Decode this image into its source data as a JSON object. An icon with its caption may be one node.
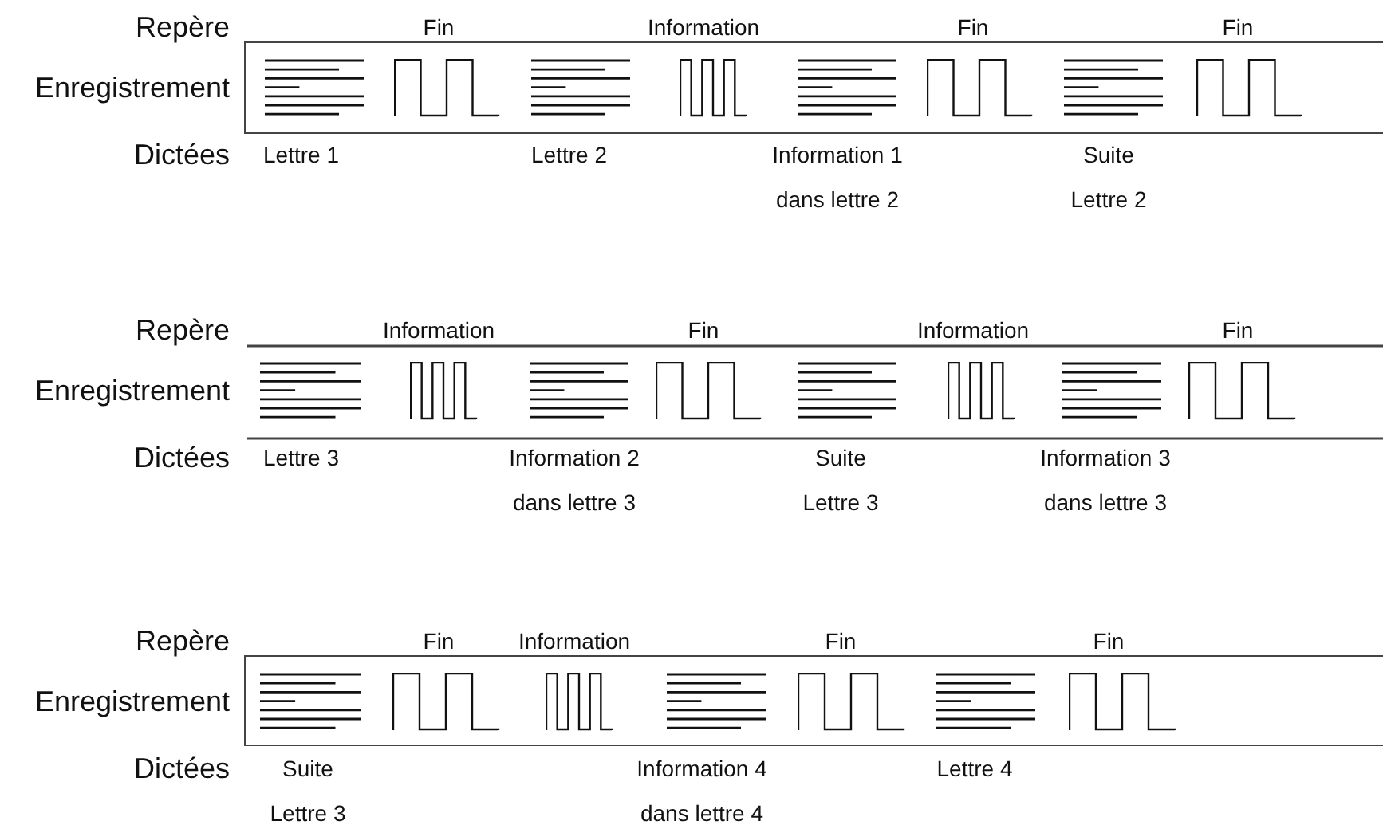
{
  "diagram": {
    "labels": [
      "Repère",
      "Fin",
      "Information",
      "Fin",
      "Fin",
      "Enregistrement",
      "Dictées",
      "Lettre 1",
      "Lettre 2",
      "Information 1 dans lettre 2",
      "Suite Lettre 2",
      "Repère",
      "Information",
      "Fin",
      "Information",
      "Fin",
      "Enregistrement",
      "Dictées",
      "Lettre 3",
      "Information 2 dans lettre 3",
      "Suite Lettre 3",
      "Information 3 dans lettre 3",
      "Repère",
      "Fin",
      "Information",
      "Fin",
      "Fin",
      "Enregistrement",
      "Dictées",
      "Suite Lettre 3",
      "Information 4 dans lettre 4",
      "Lettre 4"
    ]
  }
}
